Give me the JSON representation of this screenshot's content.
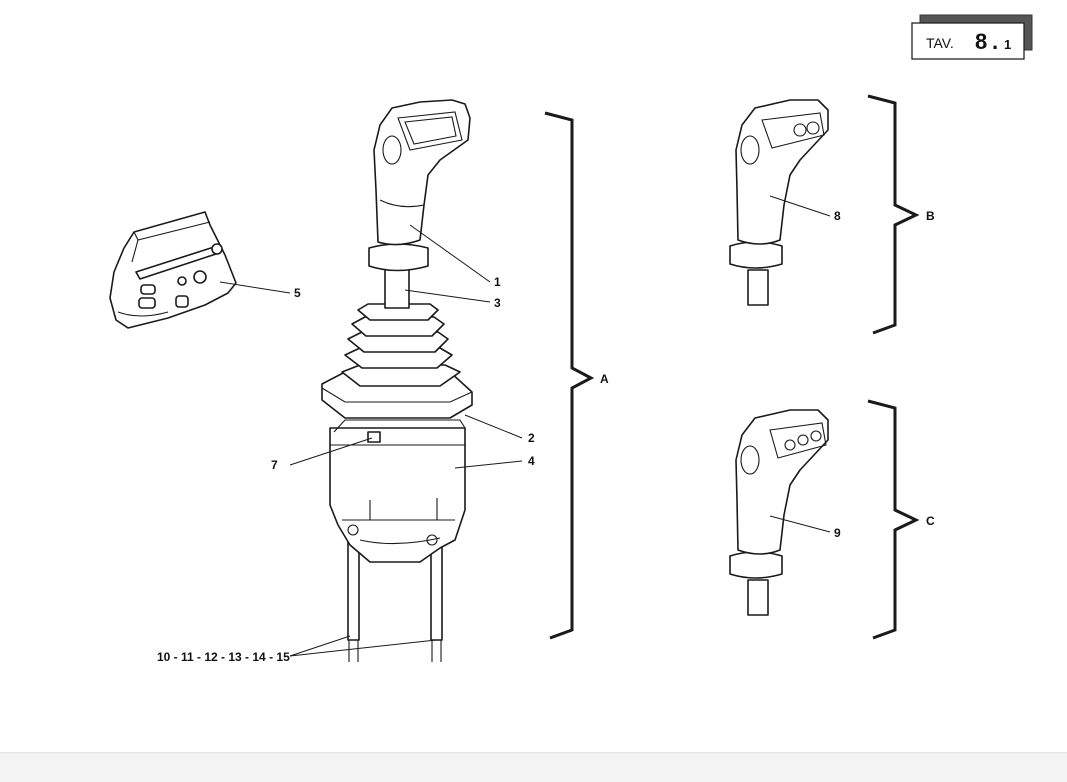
{
  "plate": {
    "prefix": "TAV.",
    "number": "8",
    "separator": ".",
    "sub": "1"
  },
  "callouts": {
    "c1": "1",
    "c2": "2",
    "c3": "3",
    "c4": "4",
    "c5": "5",
    "c7": "7",
    "c8": "8",
    "c9": "9",
    "c10_15": "10 - 11 - 12 - 13 - 14 - 15"
  },
  "groups": {
    "a": "A",
    "b": "B",
    "c": "C"
  }
}
